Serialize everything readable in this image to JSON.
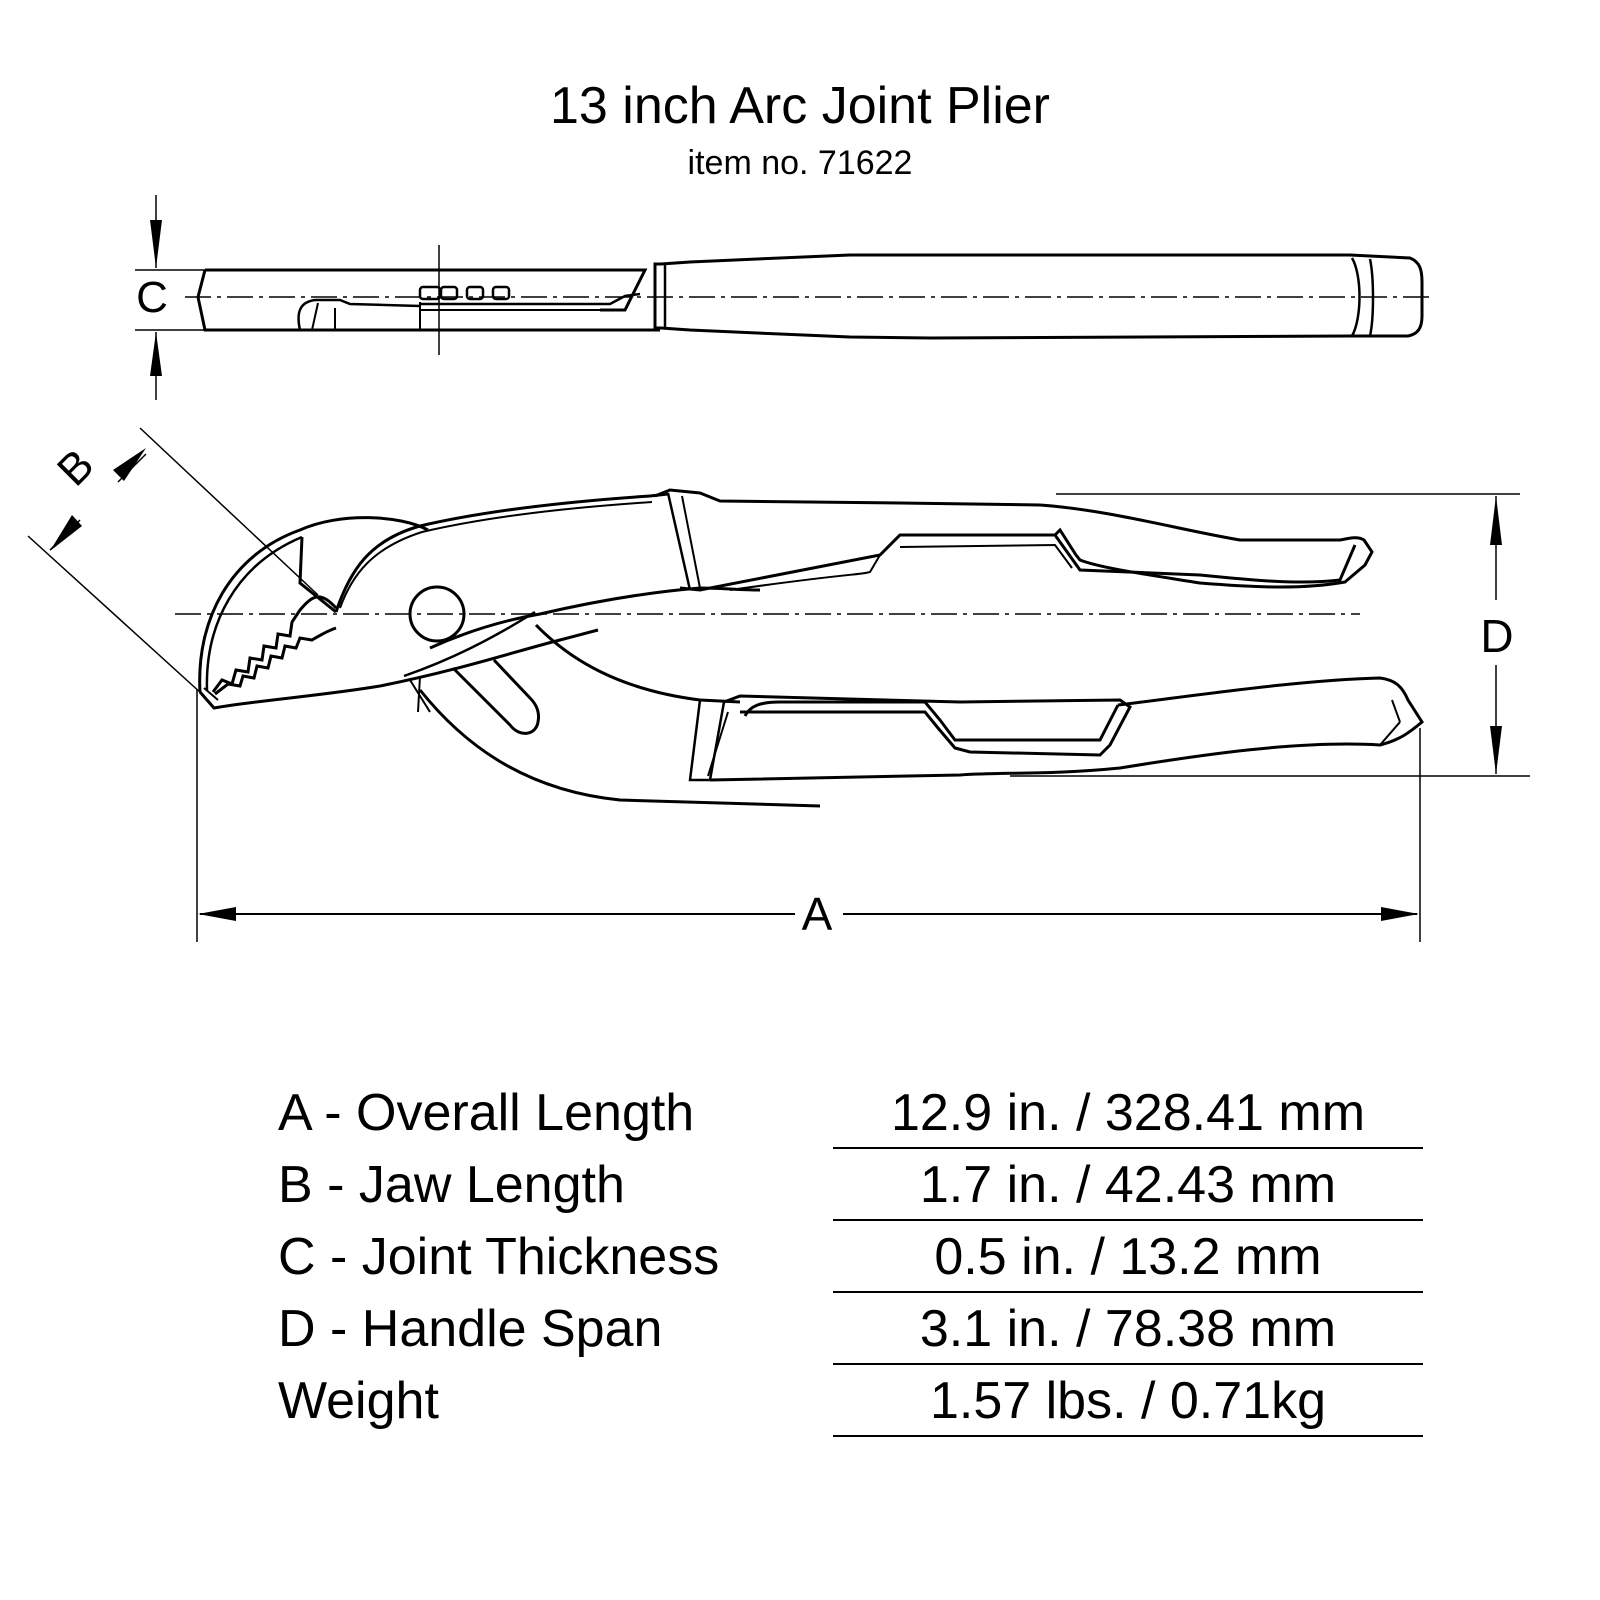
{
  "header": {
    "title": "13 inch Arc Joint Plier",
    "subtitle": "item no. 71622"
  },
  "drawing": {
    "dimension_labels": {
      "a": "A",
      "b": "B",
      "c": "C",
      "d": "D"
    },
    "line_color": "#000000",
    "background": "#ffffff"
  },
  "specs": [
    {
      "label": "A - Overall Length",
      "value": "12.9 in. / 328.41 mm"
    },
    {
      "label": "B - Jaw Length",
      "value": "1.7 in. / 42.43 mm"
    },
    {
      "label": "C - Joint Thickness",
      "value": "0.5 in. / 13.2 mm"
    },
    {
      "label": "D - Handle Span",
      "value": "3.1 in. / 78.38 mm"
    },
    {
      "label": "Weight",
      "value": "1.57 lbs. / 0.71kg"
    }
  ]
}
